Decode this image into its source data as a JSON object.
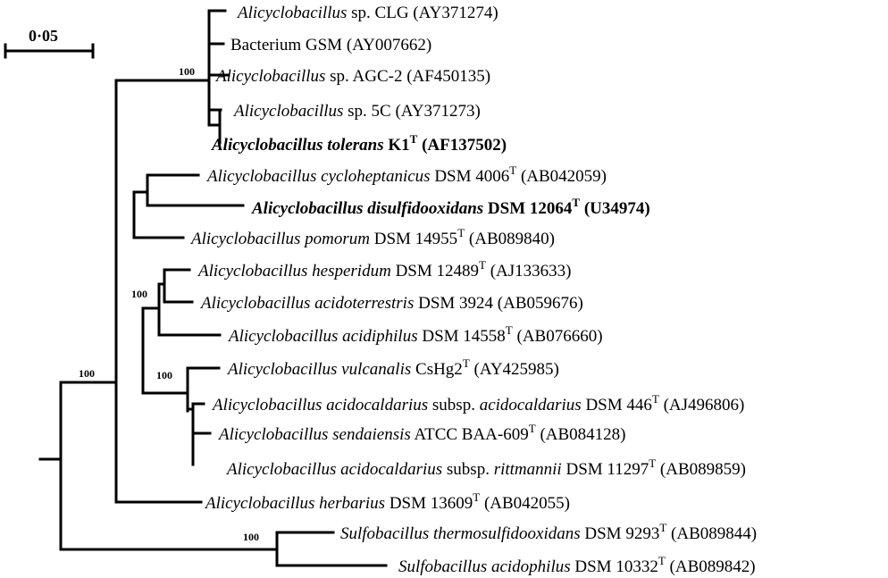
{
  "scale_bar": {
    "label": "0·05"
  },
  "bootstrap_label": "100",
  "leaves": [
    {
      "id": "clg",
      "parts": [
        {
          "t": "Alicyclobacillus",
          "i": true
        },
        {
          "t": " sp. CLG (AY371274)"
        }
      ]
    },
    {
      "id": "gsm",
      "parts": [
        {
          "t": "Bacterium GSM (AY007662)"
        }
      ]
    },
    {
      "id": "agc2",
      "parts": [
        {
          "t": "Alicyclobacillus",
          "i": true
        },
        {
          "t": " sp. AGC-2 (AF450135)"
        }
      ]
    },
    {
      "id": "5c",
      "parts": [
        {
          "t": "Alicyclobacillus",
          "i": true
        },
        {
          "t": " sp. 5C (AY371273)"
        }
      ]
    },
    {
      "id": "tolerans",
      "bold": true,
      "parts": [
        {
          "t": "Alicyclobacillus tolerans",
          "i": true
        },
        {
          "t": " K1"
        },
        {
          "t": "T",
          "sup": true
        },
        {
          "t": " (AF137502)"
        }
      ]
    },
    {
      "id": "cyclohept",
      "parts": [
        {
          "t": "Alicyclobacillus cycloheptanicus",
          "i": true
        },
        {
          "t": " DSM 4006"
        },
        {
          "t": "T",
          "sup": true
        },
        {
          "t": " (AB042059)"
        }
      ]
    },
    {
      "id": "disulf",
      "bold": true,
      "parts": [
        {
          "t": "Alicyclobacillus disulfidooxidans",
          "i": true
        },
        {
          "t": " DSM 12064"
        },
        {
          "t": "T",
          "sup": true
        },
        {
          "t": " (U34974)"
        }
      ]
    },
    {
      "id": "pomorum",
      "parts": [
        {
          "t": "Alicyclobacillus pomorum",
          "i": true
        },
        {
          "t": " DSM 14955"
        },
        {
          "t": "T",
          "sup": true
        },
        {
          "t": " (AB089840)"
        }
      ]
    },
    {
      "id": "hesper",
      "parts": [
        {
          "t": "Alicyclobacillus hesperidum",
          "i": true
        },
        {
          "t": " DSM 12489"
        },
        {
          "t": "T",
          "sup": true
        },
        {
          "t": " (AJ133633)"
        }
      ]
    },
    {
      "id": "acidoterr",
      "parts": [
        {
          "t": "Alicyclobacillus acidoterrestris",
          "i": true
        },
        {
          "t": " DSM 3924 (AB059676)"
        }
      ]
    },
    {
      "id": "acidiph",
      "parts": [
        {
          "t": "Alicyclobacillus acidiphilus",
          "i": true
        },
        {
          "t": " DSM 14558"
        },
        {
          "t": "T",
          "sup": true
        },
        {
          "t": " (AB076660)"
        }
      ]
    },
    {
      "id": "vulcan",
      "parts": [
        {
          "t": "Alicyclobacillus vulcanalis",
          "i": true
        },
        {
          "t": " CsHg2"
        },
        {
          "t": "T",
          "sup": true
        },
        {
          "t": " (AY425985)"
        }
      ]
    },
    {
      "id": "acidocald",
      "parts": [
        {
          "t": "Alicyclobacillus acidocaldarius",
          "i": true
        },
        {
          "t": " subsp. "
        },
        {
          "t": "acidocaldarius",
          "i": true
        },
        {
          "t": " DSM 446"
        },
        {
          "t": "T",
          "sup": true
        },
        {
          "t": " (AJ496806)"
        }
      ]
    },
    {
      "id": "sendai",
      "parts": [
        {
          "t": "Alicyclobacillus sendaiensis",
          "i": true
        },
        {
          "t": " ATCC BAA-609"
        },
        {
          "t": "T",
          "sup": true
        },
        {
          "t": " (AB084128)"
        }
      ]
    },
    {
      "id": "rittman",
      "parts": [
        {
          "t": "Alicyclobacillus acidocaldarius",
          "i": true
        },
        {
          "t": " subsp. "
        },
        {
          "t": "rittmannii",
          "i": true
        },
        {
          "t": " DSM 11297"
        },
        {
          "t": "T",
          "sup": true
        },
        {
          "t": " (AB089859)"
        }
      ]
    },
    {
      "id": "herbar",
      "parts": [
        {
          "t": "Alicyclobacillus herbarius",
          "i": true
        },
        {
          "t": " DSM 13609"
        },
        {
          "t": "T",
          "sup": true
        },
        {
          "t": " (AB042055)"
        }
      ]
    },
    {
      "id": "sulfthermo",
      "parts": [
        {
          "t": "Sulfobacillus thermosulfidooxidans",
          "i": true
        },
        {
          "t": " DSM 9293"
        },
        {
          "t": "T",
          "sup": true
        },
        {
          "t": " (AB089844)"
        }
      ]
    },
    {
      "id": "sulfacido",
      "parts": [
        {
          "t": "Sulfobacillus acidophilus",
          "i": true
        },
        {
          "t": " DSM 10332"
        },
        {
          "t": "T",
          "sup": true
        },
        {
          "t": " (AB089842)"
        }
      ]
    }
  ]
}
